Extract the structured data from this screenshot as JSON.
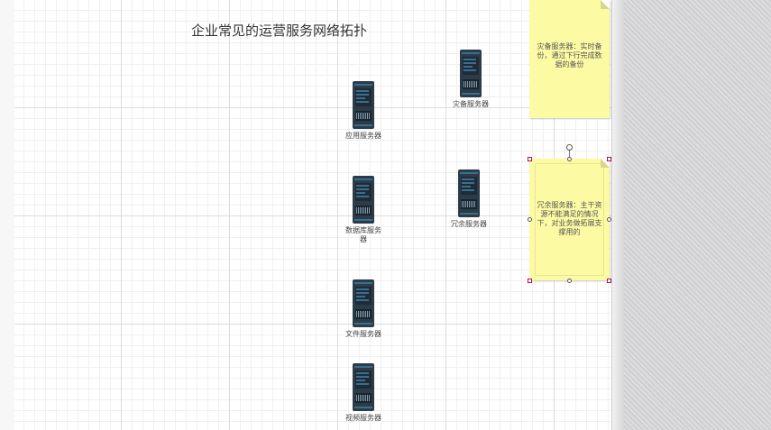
{
  "diagram": {
    "title": "企业常见的运营服务网络拓扑"
  },
  "servers": [
    {
      "id": "app",
      "label": "应用服务器",
      "icon": "server-rack-icon"
    },
    {
      "id": "db",
      "label": "数据库服务器",
      "icon": "server-rack-icon"
    },
    {
      "id": "file",
      "label": "文件服务器",
      "icon": "server-rack-icon"
    },
    {
      "id": "video",
      "label": "视频服务器",
      "icon": "server-rack-icon"
    },
    {
      "id": "backup",
      "label": "灾备服务器",
      "icon": "server-rack-icon"
    },
    {
      "id": "redundant",
      "label": "冗余服务器",
      "icon": "server-rack-icon"
    }
  ],
  "notes": [
    {
      "id": "backup-note",
      "text": "灾备服务器：实时备份，通过下行完成数据的备份"
    },
    {
      "id": "redundant-note",
      "text": "冗余服务器：主干资源不能满足的情况下，对业务做拓展支撑用的"
    }
  ],
  "colors": {
    "note_fill": "#fdfaa4",
    "server_body": "#2b3b48",
    "server_accent": "#3a6e8f",
    "selection_corner": "#b01060"
  }
}
